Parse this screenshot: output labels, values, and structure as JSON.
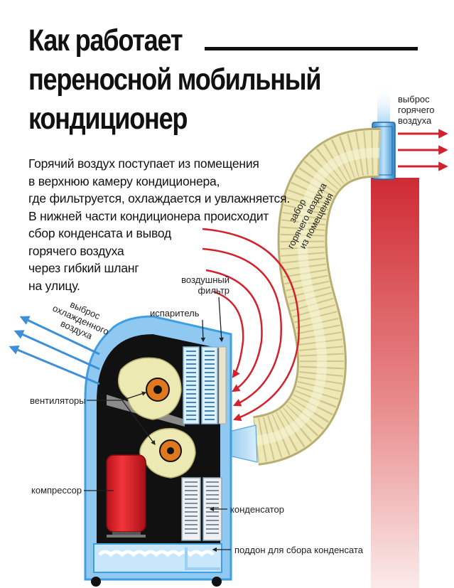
{
  "title_lines": [
    "Как работает",
    "переносной мобильный",
    "кондиционер"
  ],
  "intro_lines": [
    "Горячий воздух поступает из помещения",
    "в верхнюю камеру кондиционера,",
    "где фильтруется, охлаждается и увлажняется.",
    "В нижней части кондиционера происходит",
    "сбор конденсата и вывод",
    "горячего воздуха",
    "через гибкий шланг",
    "на улицу."
  ],
  "labels": {
    "hot_exhaust": [
      "выброс",
      "горячего",
      "воздуха"
    ],
    "cold_exhaust": [
      "выброс",
      "охлажденного",
      "воздуха"
    ],
    "hose_intake": [
      "забор",
      "горячего воздуха",
      "из помещения"
    ],
    "air_filter": [
      "воздушный",
      "фильтр"
    ],
    "evaporator": "испаритель",
    "fans": "вентиляторы",
    "compressor": "компрессор",
    "condenser": "конденсатор",
    "condensate_tray": "поддон для сбора конденсата"
  },
  "colors": {
    "hot_arrow": "#d3222e",
    "cold_arrow": "#3d8fd6",
    "housing": "#3f9ee0",
    "compressor": "#e8232c",
    "hose": "#ede8b6",
    "fan_center": "#e0781e"
  }
}
